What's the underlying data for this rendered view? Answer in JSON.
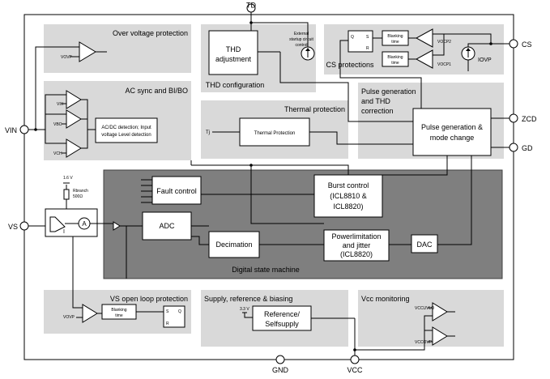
{
  "pins": {
    "td": "TD",
    "cs": "CS",
    "zcd": "ZCD",
    "gd": "GD",
    "vin": "VIN",
    "vs": "VS",
    "gnd": "GND",
    "vcc": "VCC"
  },
  "blocks": {
    "over_voltage": "Over voltage protection",
    "ac_sync": "AC sync and BI/BO",
    "thd_config": "THD configuration",
    "thd_adjustment_1": "THD",
    "thd_adjustment_2": "adjustment",
    "external_startup_1": "External",
    "external_startup_2": "startup circuit",
    "external_startup_3": "control",
    "cs_protections": "CS protections",
    "thermal_protection_area": "Thermal protection",
    "thermal_protection_box": "Thermal Protection",
    "pulse_gen_area_1": "Pulse generation",
    "pulse_gen_area_2": "and THD",
    "pulse_gen_area_3": "correction",
    "pulse_gen_box_1": "Pulse generation &",
    "pulse_gen_box_2": "mode change",
    "acdc_detect_1": "AC/DC detection; Input",
    "acdc_detect_2": "voltage Level detection",
    "fault_control": "Fault control",
    "burst_control_1": "Burst control",
    "burst_control_2": "(ICL8810 &",
    "burst_control_3": "ICL8820)",
    "adc": "ADC",
    "decimation": "Decimation",
    "power_limit_1": "Powerlimitation",
    "power_limit_2": "and jitter",
    "power_limit_3": "(ICL8820)",
    "dac": "DAC",
    "digital_state_machine": "Digital state machine",
    "vs_open_loop": "VS open loop protection",
    "supply_ref": "Supply, reference & biasing",
    "reference_1": "Reference/",
    "reference_2": "Selfsupply",
    "vcc_monitoring": "Vcc monitoring",
    "blanking_time_1": "Blanking",
    "blanking_time_2": "time"
  },
  "small_labels": {
    "vovp": "VOVP",
    "vih": "VIH",
    "vbo": "VBO",
    "vch": "VCH",
    "tj": "Tj",
    "vocp2": "VOCP2",
    "vocp1": "VOCP1",
    "iovp": "IOVP",
    "v16": "1.6 V",
    "rbranch": "Rbranch",
    "r500": "500Ω",
    "v33": "3.3 V",
    "vccuvlo": "VCCUVLO",
    "vccovp": "VCCOVP",
    "flipflop_s": "S",
    "flipflop_r": "R",
    "flipflop_q": "Q",
    "i_label": "I",
    "a_label": "A"
  }
}
